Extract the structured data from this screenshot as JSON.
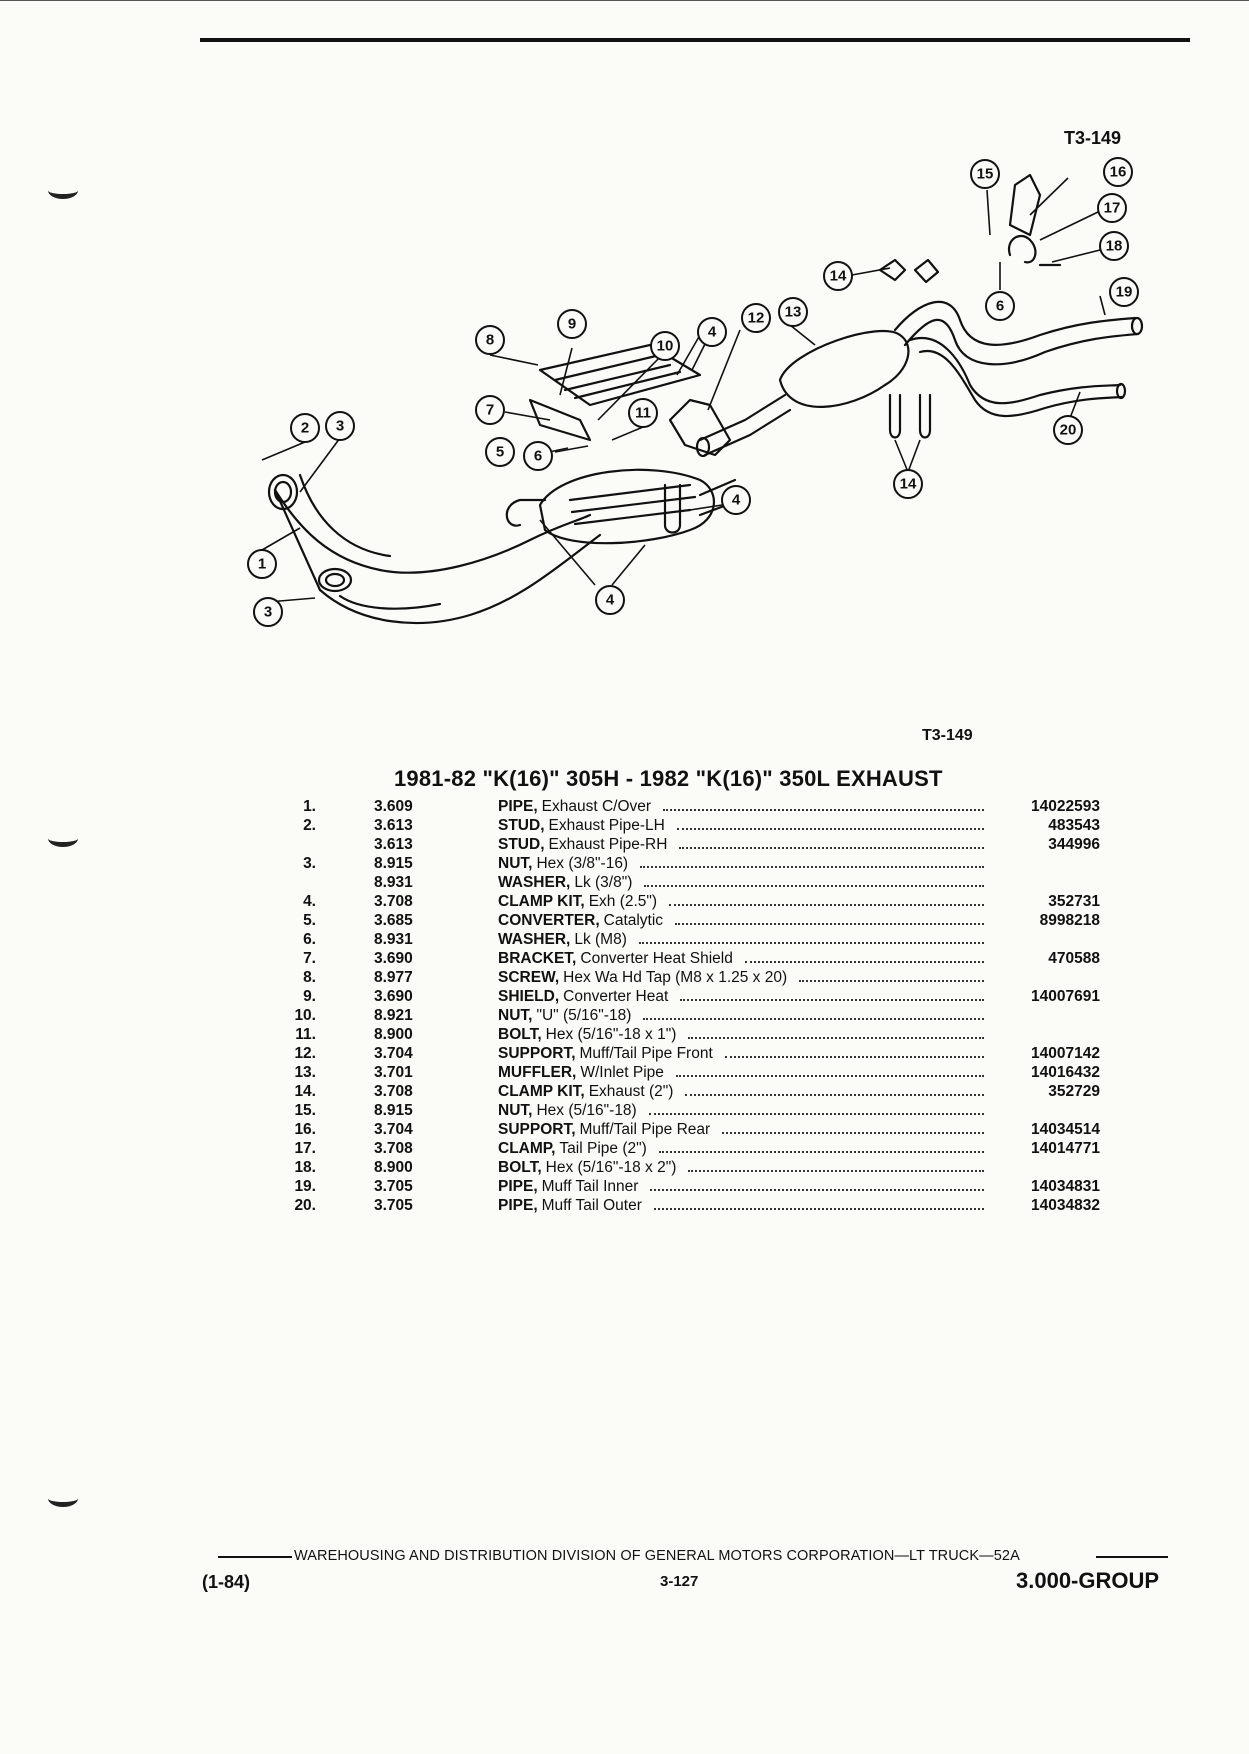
{
  "figure_id": "T3-149",
  "title": "1981-82 \"K(16)\" 305H - 1982 \"K(16)\" 350L EXHAUST",
  "parts": [
    {
      "num": "1.",
      "group": "3.609",
      "name": "PIPE,",
      "detail": "Exhaust C/Over",
      "part_no": "14022593"
    },
    {
      "num": "2.",
      "group": "3.613",
      "name": "STUD,",
      "detail": "Exhaust Pipe-LH",
      "part_no": "483543"
    },
    {
      "num": "",
      "group": "3.613",
      "name": "STUD,",
      "detail": "Exhaust Pipe-RH",
      "part_no": "344996"
    },
    {
      "num": "3.",
      "group": "8.915",
      "name": "NUT,",
      "detail": "Hex (3/8\"-16)",
      "part_no": ""
    },
    {
      "num": "",
      "group": "8.931",
      "name": "WASHER,",
      "detail": "Lk (3/8\")",
      "part_no": ""
    },
    {
      "num": "4.",
      "group": "3.708",
      "name": "CLAMP KIT,",
      "detail": "Exh (2.5\")",
      "part_no": "352731"
    },
    {
      "num": "5.",
      "group": "3.685",
      "name": "CONVERTER,",
      "detail": "Catalytic",
      "part_no": "8998218"
    },
    {
      "num": "6.",
      "group": "8.931",
      "name": "WASHER,",
      "detail": "Lk (M8)",
      "part_no": ""
    },
    {
      "num": "7.",
      "group": "3.690",
      "name": "BRACKET,",
      "detail": "Converter Heat Shield",
      "part_no": "470588"
    },
    {
      "num": "8.",
      "group": "8.977",
      "name": "SCREW,",
      "detail": "Hex Wa Hd Tap (M8 x 1.25 x 20)",
      "part_no": ""
    },
    {
      "num": "9.",
      "group": "3.690",
      "name": "SHIELD,",
      "detail": "Converter Heat",
      "part_no": "14007691"
    },
    {
      "num": "10.",
      "group": "8.921",
      "name": "NUT,",
      "detail": "\"U\" (5/16\"-18)",
      "part_no": ""
    },
    {
      "num": "11.",
      "group": "8.900",
      "name": "BOLT,",
      "detail": "Hex (5/16\"-18 x 1\")",
      "part_no": ""
    },
    {
      "num": "12.",
      "group": "3.704",
      "name": "SUPPORT,",
      "detail": "Muff/Tail Pipe Front",
      "part_no": "14007142"
    },
    {
      "num": "13.",
      "group": "3.701",
      "name": "MUFFLER,",
      "detail": "W/Inlet Pipe",
      "part_no": "14016432"
    },
    {
      "num": "14.",
      "group": "3.708",
      "name": "CLAMP KIT,",
      "detail": "Exhaust (2\")",
      "part_no": "352729"
    },
    {
      "num": "15.",
      "group": "8.915",
      "name": "NUT,",
      "detail": "Hex (5/16\"-18)",
      "part_no": ""
    },
    {
      "num": "16.",
      "group": "3.704",
      "name": "SUPPORT,",
      "detail": "Muff/Tail Pipe Rear",
      "part_no": "14034514"
    },
    {
      "num": "17.",
      "group": "3.708",
      "name": "CLAMP,",
      "detail": "Tail Pipe (2\")",
      "part_no": "14014771"
    },
    {
      "num": "18.",
      "group": "8.900",
      "name": "BOLT,",
      "detail": "Hex (5/16\"-18 x 2\")",
      "part_no": ""
    },
    {
      "num": "19.",
      "group": "3.705",
      "name": "PIPE,",
      "detail": "Muff Tail Inner",
      "part_no": "14034831"
    },
    {
      "num": "20.",
      "group": "3.705",
      "name": "PIPE,",
      "detail": "Muff Tail Outer",
      "part_no": "14034832"
    }
  ],
  "callouts": [
    "1",
    "2",
    "3",
    "4",
    "5",
    "6",
    "7",
    "8",
    "9",
    "10",
    "11",
    "12",
    "13",
    "14",
    "15",
    "16",
    "17",
    "18",
    "19",
    "20"
  ],
  "footer": {
    "division": "WAREHOUSING AND DISTRIBUTION  DIVISION OF GENERAL MOTORS CORPORATION—LT TRUCK—52A",
    "date": "(1-84)",
    "page": "3-127",
    "group": "3.000-GROUP"
  }
}
